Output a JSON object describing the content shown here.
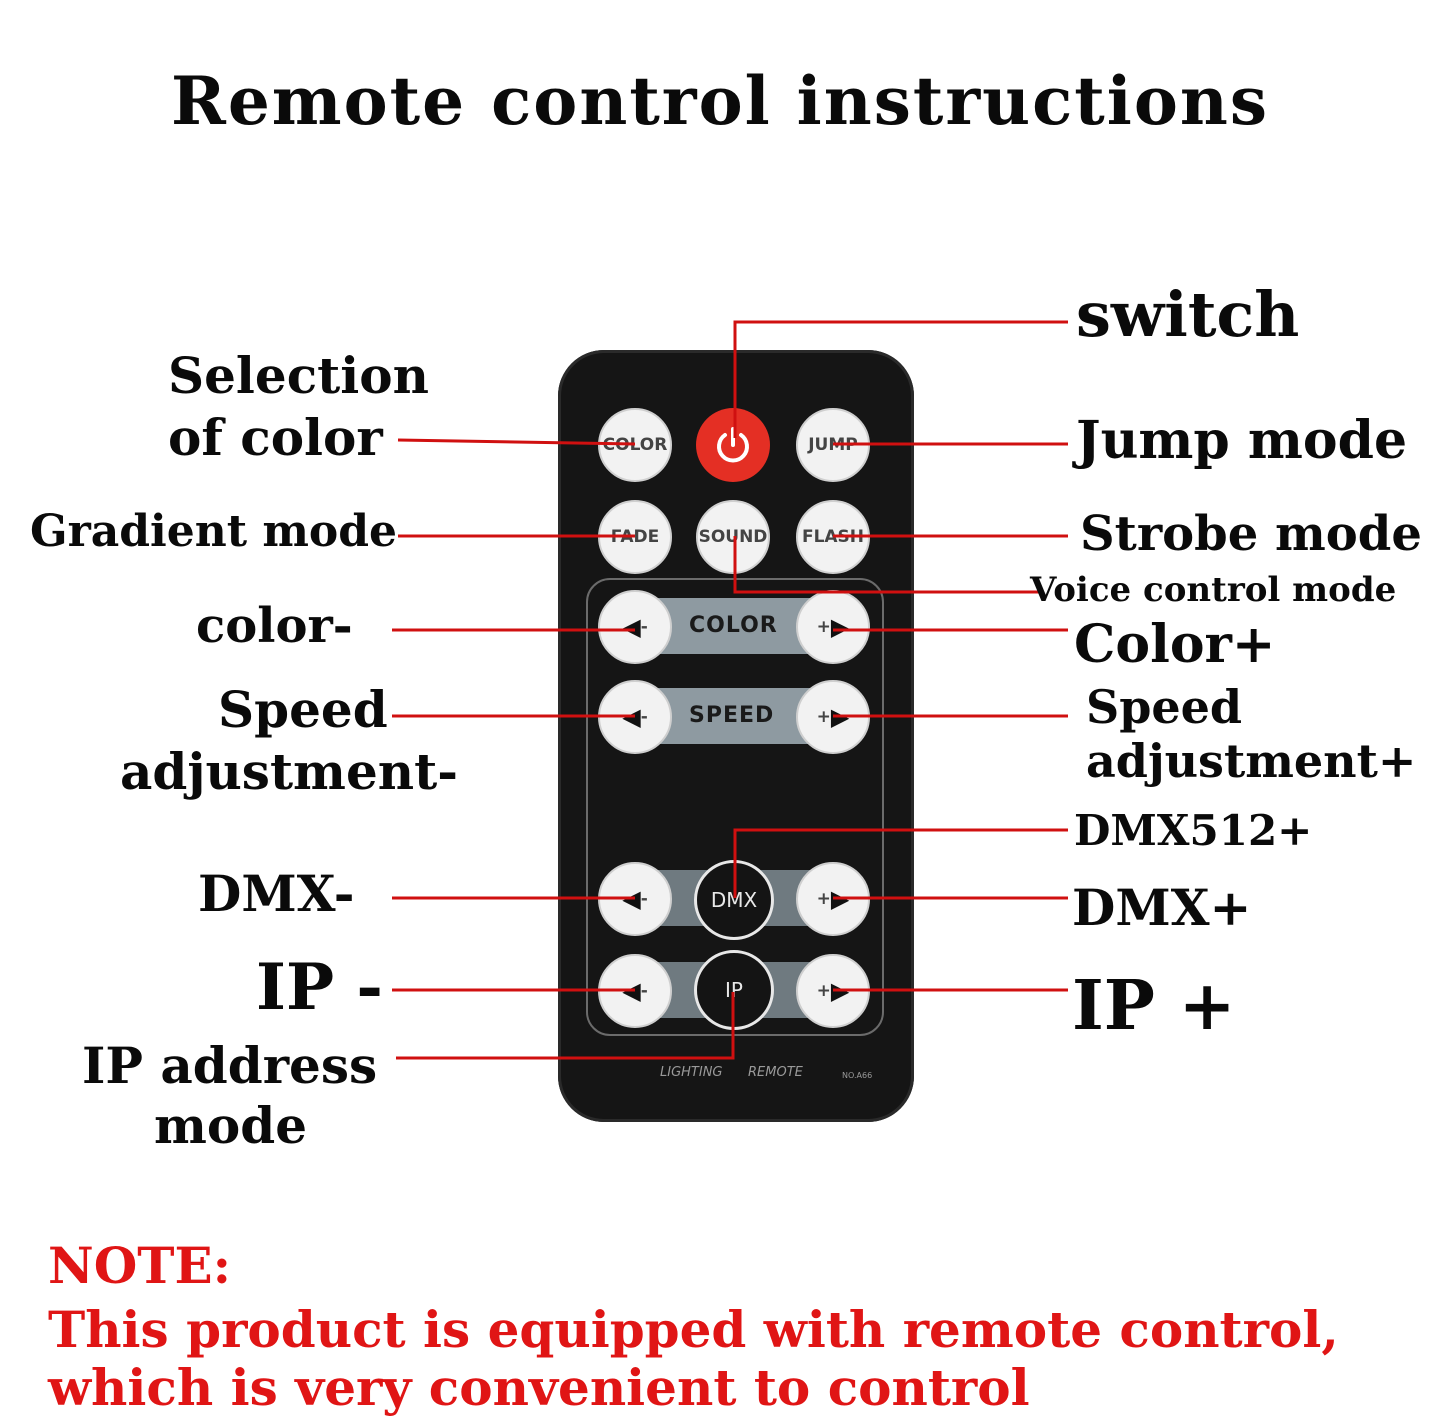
{
  "title": "Remote control instructions",
  "remote": {
    "buttons": {
      "color": "COLOR",
      "jump": "JUMP",
      "fade": "FADE",
      "sound": "SOUND",
      "flash": "FLASH",
      "minus": "-",
      "plus": "+",
      "dmx": "DMX",
      "ip": "IP"
    },
    "strips": {
      "color": "COLOR",
      "speed": "SPEED"
    },
    "brand_left": "LIGHTING",
    "brand_right": "REMOTE",
    "model": "NO.A66"
  },
  "labels": {
    "switch": "switch",
    "selection_1": "Selection",
    "selection_2": "of color",
    "jump_mode": "Jump mode",
    "gradient_mode": "Gradient mode",
    "strobe_mode": "Strobe mode",
    "voice_control_mode": "Voice control mode",
    "color_minus": "color-",
    "color_plus": "Color+",
    "speed_minus_1": "Speed",
    "speed_minus_2": "adjustment-",
    "speed_plus_1": "Speed",
    "speed_plus_2": "adjustment+",
    "dmx512_plus": "DMX512+",
    "dmx_minus": "DMX-",
    "dmx_plus": "DMX+",
    "ip_minus": "IP -",
    "ip_plus": "IP +",
    "ip_address_1": "IP address",
    "ip_address_2": "mode"
  },
  "note": {
    "heading": "NOTE:",
    "line1": "This product is equipped with remote control,",
    "line2": "which is very convenient to control"
  },
  "colors": {
    "leader_line": "#d01010",
    "note_text": "#e01515",
    "power_button": "#e42f24",
    "remote_body": "#151515",
    "button_face": "#f2f2f2"
  }
}
